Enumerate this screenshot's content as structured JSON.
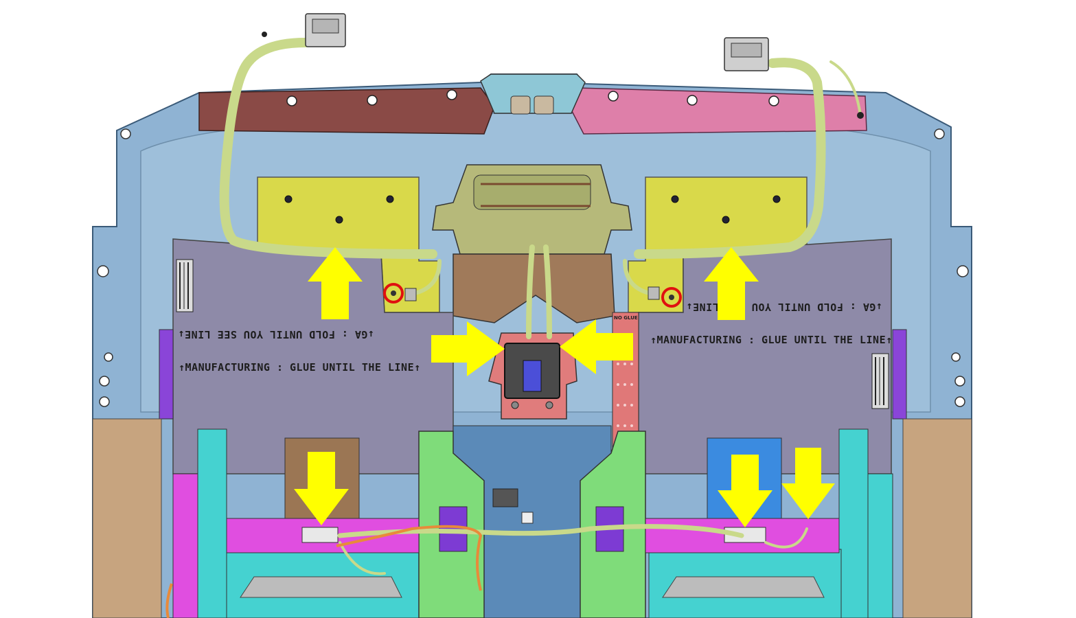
{
  "colors": {
    "floor_panel": "#8fb3d3",
    "floor_panel_inner": "#a9c6df",
    "felt_pad": "#8e8aa8",
    "yellow_bracket": "#d9d94a",
    "harness": "#c9d98a",
    "red_bar": "#8a4a46",
    "pink_bar": "#de7fa9",
    "cyan_rail": "#45d2d0",
    "green_bracket": "#7fdc7a",
    "magenta_bar": "#e04ee0",
    "tan_panel": "#c7a47f",
    "indicator_arrow": "#ffff00",
    "highlight_circle": "#e01010"
  },
  "labels": {
    "left_glue_line": "↑MANUFACTURING : GLUE UNTIL THE LINE↑",
    "left_fold_line": "↓GA : FOLD UNTIL YOU SEE LINE↓",
    "right_glue_line": "↑MANUFACTURING : GLUE UNTIL THE LINE↑",
    "right_fold_line": "↓GA : FOLD UNTIL YOU SEE LINE↓",
    "no_glue": "NO GLUE"
  },
  "icons": {
    "indicator": "arrow-icon",
    "highlight": "circle-marker-icon",
    "connector": "connector-icon"
  }
}
